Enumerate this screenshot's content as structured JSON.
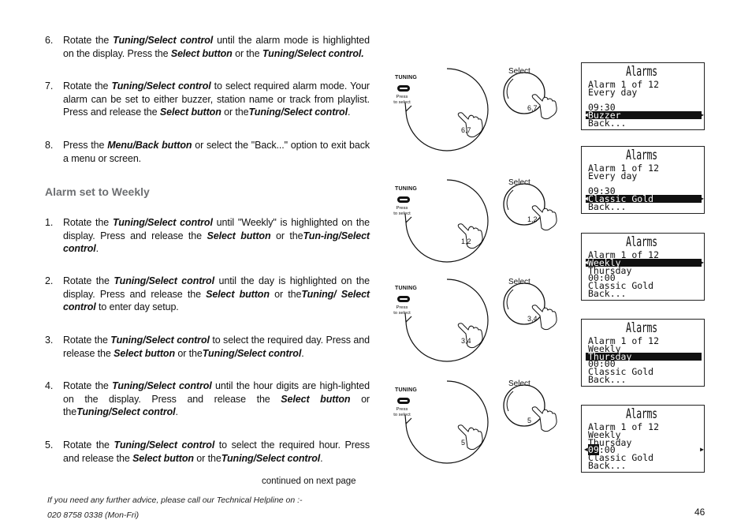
{
  "steps_top": [
    {
      "number": "6.",
      "parts": [
        [
          "Rotate the ",
          ""
        ],
        [
          "Tuning/Select control",
          "b"
        ],
        [
          " until the alarm mode is highlighted on the display. Press the ",
          ""
        ],
        [
          "Select button",
          "b"
        ],
        [
          " or the ",
          ""
        ],
        [
          "Tuning/Select control.",
          "b"
        ]
      ]
    },
    {
      "number": "7.",
      "parts": [
        [
          "Rotate the ",
          ""
        ],
        [
          "Tuning/Select control",
          "b"
        ],
        [
          " to select required alarm mode. Your alarm can be  set to either buzzer, station name or track from playlist. Press and release the ",
          ""
        ],
        [
          "Select button",
          "b"
        ],
        [
          " or the",
          ""
        ],
        [
          "Tuning/Select control",
          "b"
        ],
        [
          ".",
          ""
        ]
      ]
    },
    {
      "number": "8.",
      "parts": [
        [
          "Press the ",
          ""
        ],
        [
          "Menu/Back button",
          "b"
        ],
        [
          " or select the \"Back...\" option to exit back a menu or screen.",
          ""
        ]
      ]
    }
  ],
  "section_heading": "Alarm set to Weekly",
  "steps_weekly": [
    {
      "number": "1.",
      "parts": [
        [
          "Rotate the ",
          ""
        ],
        [
          "Tuning/Select control",
          "b"
        ],
        [
          " until \"Weekly\" is highlighted on the display.  Press and release the ",
          ""
        ],
        [
          "Select button",
          "b"
        ],
        [
          " or the",
          ""
        ],
        [
          "Tun-ing/Select control",
          "b"
        ],
        [
          ".",
          ""
        ]
      ]
    },
    {
      "number": "2.",
      "parts": [
        [
          "Rotate the ",
          ""
        ],
        [
          "Tuning/Select control",
          "b"
        ],
        [
          " until the day is highlighted on the display. Press and release the ",
          ""
        ],
        [
          "Select button",
          "b"
        ],
        [
          " or the",
          ""
        ],
        [
          "Tuning/ Select control",
          "b"
        ],
        [
          " to enter day setup.",
          ""
        ]
      ]
    },
    {
      "number": "3.",
      "parts": [
        [
          "Rotate the ",
          ""
        ],
        [
          "Tuning/Select control",
          "b"
        ],
        [
          " to select the required day. Press and release the ",
          ""
        ],
        [
          "Select button",
          "b"
        ],
        [
          " or the",
          ""
        ],
        [
          "Tuning/Select control",
          "b"
        ],
        [
          ".",
          ""
        ]
      ]
    },
    {
      "number": "4.",
      "parts": [
        [
          "Rotate the ",
          ""
        ],
        [
          "Tuning/Select control",
          "b"
        ],
        [
          " until the hour digits are high-lighted on the display.  Press and release the ",
          ""
        ],
        [
          "Select button",
          "b"
        ],
        [
          " or the",
          ""
        ],
        [
          "Tuning/Select control",
          "b"
        ],
        [
          ".",
          ""
        ]
      ]
    },
    {
      "number": "5.",
      "parts": [
        [
          "Rotate the ",
          ""
        ],
        [
          "Tuning/Select control",
          "b"
        ],
        [
          " to select the required hour. Press and release the ",
          ""
        ],
        [
          "Select button",
          "b"
        ],
        [
          " or the",
          ""
        ],
        [
          "Tuning/Select control",
          "b"
        ],
        [
          ".",
          ""
        ]
      ]
    }
  ],
  "continued": "continued on next page",
  "footer": {
    "line1": "If you need any further advice, please call our Technical Helpline on :-",
    "line2": "020 8758 0338 (Mon-Fri)"
  },
  "page_number": "46",
  "diagram_labels": {
    "tuning": "TUNING",
    "press": "Press",
    "to_select": "to select",
    "select": "Select"
  },
  "diagrams": [
    {
      "step": "6,7"
    },
    {
      "step": "1,2"
    },
    {
      "step": "3,4"
    },
    {
      "step": "5"
    }
  ],
  "lcd_title": "Alarms",
  "lcd_screens": [
    {
      "lines": [
        {
          "text": "Alarm 1 of 12"
        },
        {
          "text": "Every day"
        },
        {
          "text": ""
        },
        {
          "text": "09:30"
        },
        {
          "text": "Buzzer",
          "highlight": true,
          "arrows": true
        },
        {
          "text": "Back..."
        }
      ]
    },
    {
      "lines": [
        {
          "text": "Alarm 1 of 12"
        },
        {
          "text": "Every day"
        },
        {
          "text": ""
        },
        {
          "text": "09:30"
        },
        {
          "text": "Classic Gold",
          "highlight": true,
          "arrows": true
        },
        {
          "text": "Back..."
        }
      ]
    },
    {
      "lines": [
        {
          "text": "Alarm 1 of 12"
        },
        {
          "text": "Weekly",
          "highlight": true,
          "arrows": true
        },
        {
          "text": "Thursday"
        },
        {
          "text": "00:00"
        },
        {
          "text": "Classic Gold"
        },
        {
          "text": "Back..."
        }
      ]
    },
    {
      "lines": [
        {
          "text": "Alarm 1 of 12"
        },
        {
          "text": "Weekly"
        },
        {
          "text": "Thursday",
          "highlight": true
        },
        {
          "text": "00:00"
        },
        {
          "text": "Classic Gold"
        },
        {
          "text": "Back..."
        }
      ]
    },
    {
      "lines": [
        {
          "text": "Alarm 1 of 12"
        },
        {
          "text": "Weekly"
        },
        {
          "text": "Thursday"
        },
        {
          "text": ":00",
          "highlight_segment": "09",
          "arrows": true
        },
        {
          "text": "Classic Gold"
        },
        {
          "text": "Back..."
        }
      ]
    }
  ]
}
